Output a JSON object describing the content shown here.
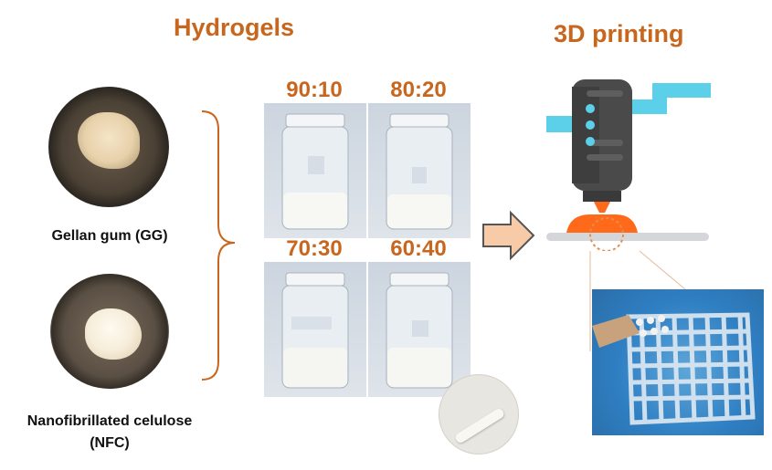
{
  "headings": {
    "hydrogels": "Hydrogels",
    "printing": "3D printing"
  },
  "materials": {
    "gg_label": "Gellan gum (GG)",
    "nfc_label_line1": "Nanofibrillated celulose",
    "nfc_label_line2": "(NFC)"
  },
  "ratios": [
    "90:10",
    "80:20",
    "70:30",
    "60:40"
  ],
  "colors": {
    "accent": "#c8661e",
    "printer_body": "#4a4a4a",
    "printer_arm": "#5bd0e8",
    "nozzle": "#ff6a1a",
    "bed": "#d4d6da",
    "arrow_fill": "#f7cba7",
    "arrow_stroke": "#555555"
  }
}
